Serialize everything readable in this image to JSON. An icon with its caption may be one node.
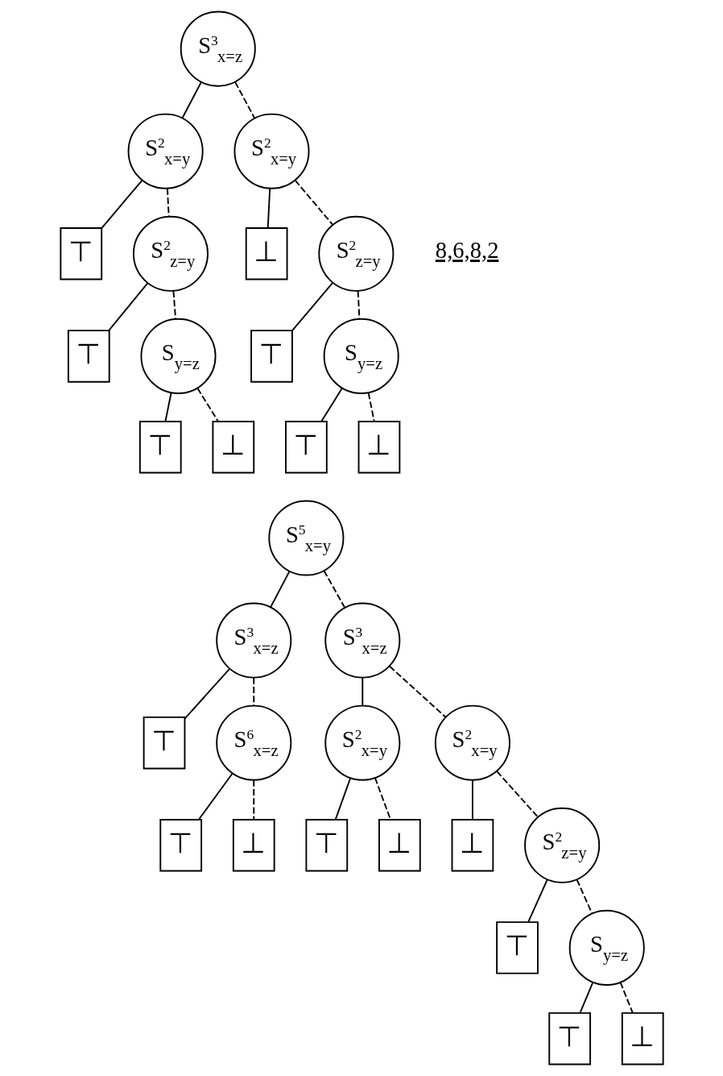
{
  "diagram": {
    "nodes": [
      {
        "text": [
          "S$^{3}$$_{x=z}$"
        ]
      },
      {
        "text": [
          "S$^{2}$$_{x=y}$"
        ]
      },
      {
        "text": [
          "⊤"
        ]
      },
      {
        "text": [
          "S$^{2}$$_{z=y}$"
        ]
      },
      {
        "text": [
          "⊤"
        ]
      },
      {
        "text": [
          "S$_{y=z}$"
        ]
      },
      {
        "text": [
          "⊤"
        ]
      },
      {
        "text": [
          "⊥"
        ]
      },
      {
        "text": [
          "S$^{2}$$_{x=y}$"
        ]
      },
      {
        "text": [
          "⊥"
        ]
      },
      {
        "text": [
          "S$^{2}$$_{z=y}$"
        ]
      },
      {
        "text": [
          "⊤"
        ]
      },
      {
        "text": [
          "S$_{y=z}$"
        ]
      },
      {
        "text": [
          "⊤"
        ]
      },
      {
        "text": [
          "⊥"
        ]
      },
      {
        "text": [
          "S$^{5}$$_{x=y}$"
        ]
      },
      {
        "text": [
          "S$^{3}$$_{x=z}$"
        ]
      },
      {
        "text": [
          "⊤"
        ]
      },
      {
        "text": [
          "S$^{6}$$_{x=z}$"
        ]
      },
      {
        "text": [
          "⊤"
        ]
      },
      {
        "text": [
          "⊥"
        ]
      },
      {
        "text": [
          "S$^{3}$$_{x=z}$"
        ]
      },
      {
        "text": [
          "S$^{2}$$_{x=y}$"
        ]
      },
      {
        "text": [
          "⊤"
        ]
      },
      {
        "text": [
          "⊥"
        ]
      },
      {
        "text": [
          "S$^{2}$$_{x=y}$"
        ]
      },
      {
        "text": [
          "⊥"
        ]
      },
      {
        "text": [
          "S$^{2}$$_{z=y}$"
        ]
      },
      {
        "text": [
          "⊤"
        ]
      },
      {
        "text": [
          "S$_{y=z}$"
        ]
      },
      {
        "text": [
          "⊤"
        ]
      },
      {
        "text": [
          "⊥"
        ]
      }
    ],
    "edges": [
      {
        "from": 0,
        "to": 1,
        "arrow": "none"
      },
      {
        "from": 1,
        "to": 2,
        "arrow": "none"
      },
      {
        "from": 1,
        "to": 3,
        "arrow": "none",
        "style": "dashed"
      },
      {
        "from": 3,
        "to": 4,
        "arrow": "none"
      },
      {
        "from": 3,
        "to": 5,
        "arrow": "none",
        "style": "dashed"
      },
      {
        "from": 5,
        "to": 6,
        "arrow": "none"
      },
      {
        "from": 5,
        "to": 7,
        "arrow": "none",
        "style": "dashed"
      },
      {
        "from": 0,
        "to": 8,
        "arrow": "none",
        "style": "dashed"
      },
      {
        "from": 8,
        "to": 9,
        "arrow": "none"
      },
      {
        "from": 8,
        "to": 10,
        "arrow": "none",
        "style": "dashed"
      },
      {
        "from": 10,
        "to": 11,
        "arrow": "none"
      },
      {
        "from": 10,
        "to": 12,
        "arrow": "none",
        "style": "dashed"
      },
      {
        "from": 12,
        "to": 13,
        "arrow": "none"
      },
      {
        "from": 12,
        "to": 14,
        "arrow": "none",
        "style": "dashed"
      },
      {
        "from": 15,
        "to": 16,
        "arrow": "none"
      },
      {
        "from": 16,
        "to": 17,
        "arrow": "none"
      },
      {
        "from": 16,
        "to": 18,
        "arrow": "none",
        "style": "dashed"
      },
      {
        "from": 18,
        "to": 19,
        "arrow": "none"
      },
      {
        "from": 18,
        "to": 20,
        "arrow": "none",
        "style": "dashed"
      },
      {
        "from": 15,
        "to": 21,
        "arrow": "none",
        "style": "dashed"
      },
      {
        "from": 21,
        "to": 22,
        "arrow": "none"
      },
      {
        "from": 22,
        "to": 23,
        "arrow": "none"
      },
      {
        "from": 22,
        "to": 24,
        "arrow": "none",
        "style": "dashed"
      },
      {
        "from": 21,
        "to": 25,
        "arrow": "none",
        "style": "dashed"
      },
      {
        "from": 25,
        "to": 26,
        "arrow": "none"
      },
      {
        "from": 25,
        "to": 27,
        "arrow": "none",
        "style": "dashed"
      },
      {
        "from": 27,
        "to": 28,
        "arrow": "none"
      },
      {
        "from": 27,
        "to": 29,
        "arrow": "none",
        "style": "dashed"
      },
      {
        "from": 29,
        "to": 30,
        "arrow": "none"
      },
      {
        "from": 29,
        "to": 31,
        "arrow": "none",
        "style": "dashed"
      }
    ],
    "labels": [
      "8,6,8,2"
    ]
  }
}
